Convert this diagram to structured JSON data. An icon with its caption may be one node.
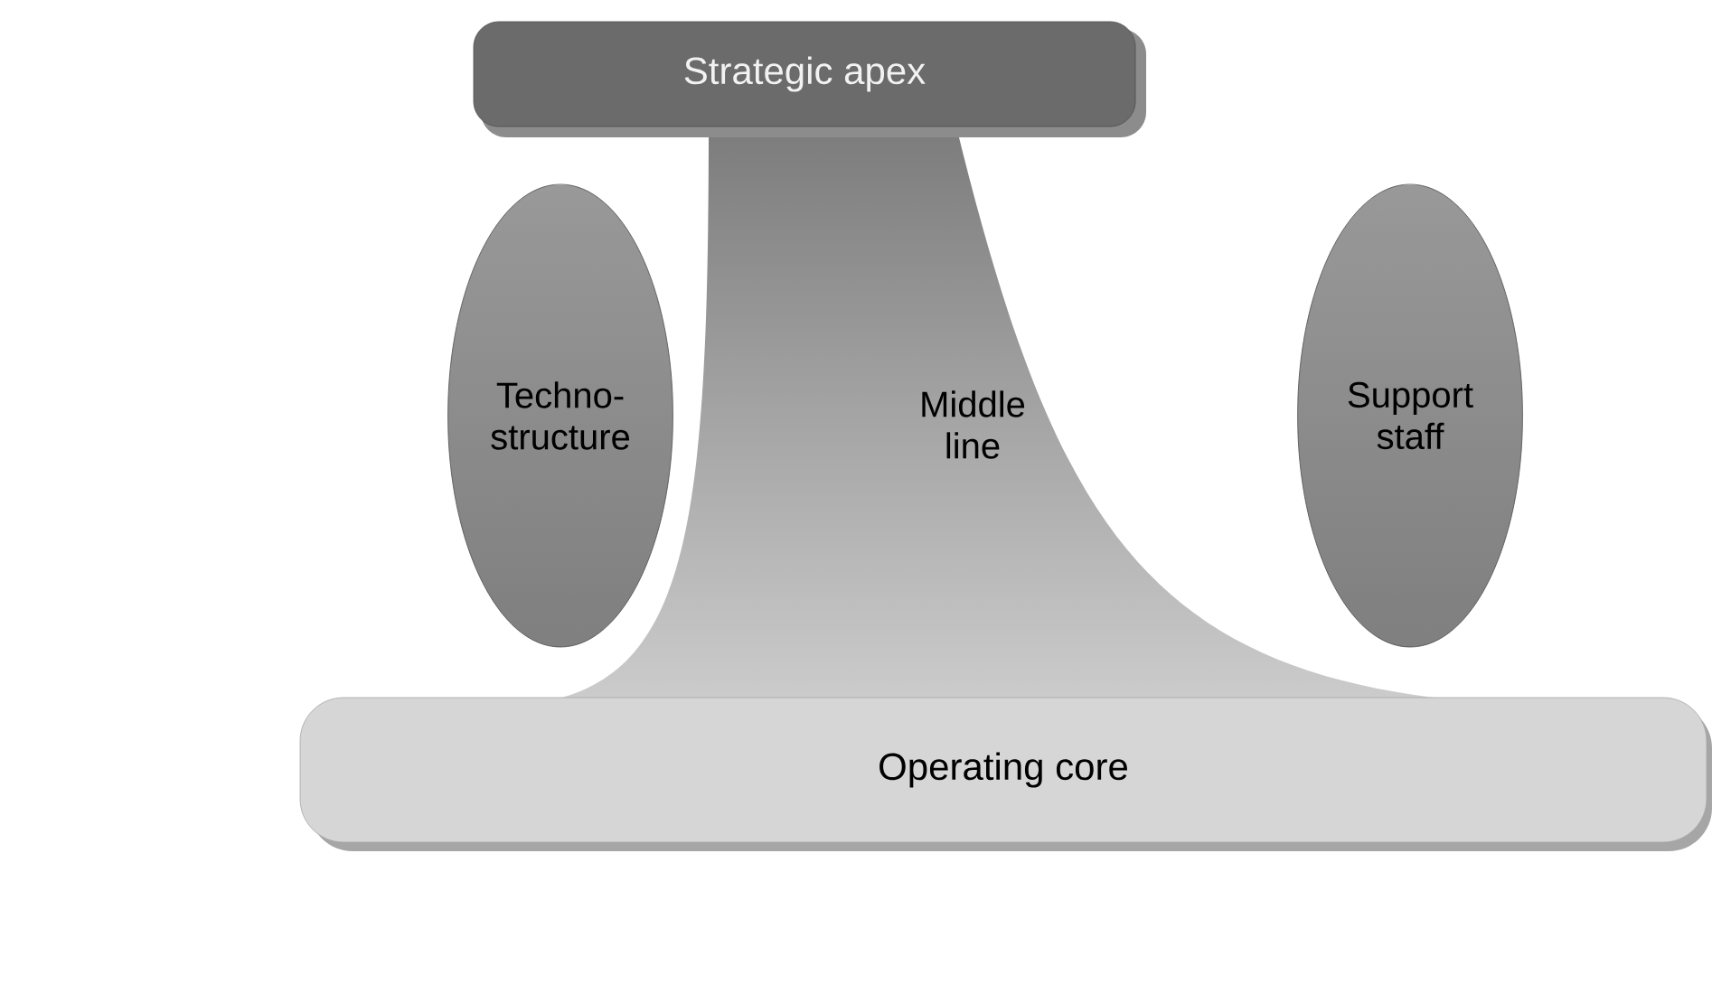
{
  "diagram": {
    "nodes": [
      {
        "text": [
          "Strategic apex"
        ]
      },
      {
        "text": [
          "Techno-structure"
        ]
      },
      {
        "text": [
          "Middle line"
        ]
      },
      {
        "text": [
          "Support staff"
        ]
      },
      {
        "text": [
          "Operating core"
        ]
      }
    ]
  }
}
